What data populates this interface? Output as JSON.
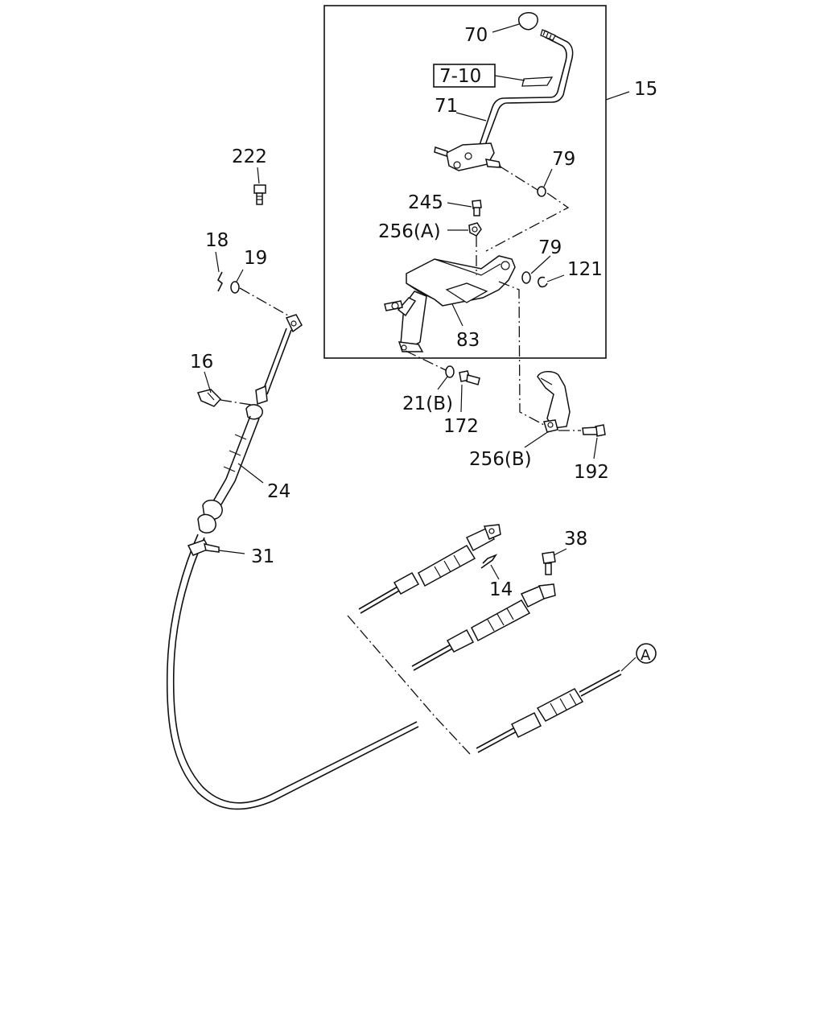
{
  "diagram": {
    "callouts": {
      "c70": "70",
      "c7_10": "7-10",
      "c15": "15",
      "c71": "71",
      "c79a": "79",
      "c222": "222",
      "c245": "245",
      "c256a": "256(A)",
      "c79b": "79",
      "c121": "121",
      "c18": "18",
      "c19": "19",
      "c83": "83",
      "c16": "16",
      "c21b": "21(B)",
      "c172": "172",
      "c256b": "256(B)",
      "c192": "192",
      "c24": "24",
      "c38": "38",
      "c31": "31",
      "c14": "14",
      "cA": "A"
    }
  }
}
